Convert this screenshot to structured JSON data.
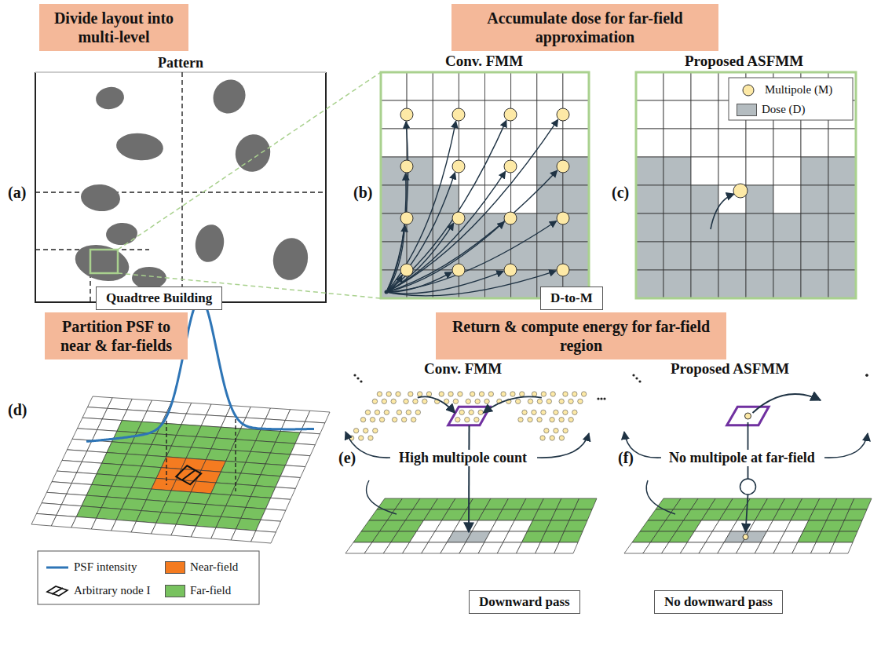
{
  "diagram": {
    "nodes": [
      {
        "text": [
          "Divide layout into multi-level"
        ]
      },
      {
        "text": [
          "Accumulate dose for far-field approximation"
        ]
      },
      {
        "text": [
          "Quadtree Building"
        ]
      },
      {
        "text": [
          "D-to-M"
        ]
      },
      {
        "text": [
          "Partition PSF to near & far-fields"
        ]
      },
      {
        "text": [
          "Return & compute energy for far-field region"
        ]
      },
      {
        "text": [
          "Downward pass"
        ]
      },
      {
        "text": [
          "No downward pass"
        ]
      }
    ],
    "labels": [
      "Pattern",
      "(a)",
      "Conv. FMM",
      "Proposed ASFMM",
      "(b)",
      "(c)",
      "(d)",
      "Conv. FMM",
      "Proposed ASFMM",
      "(e)",
      "High multipole count",
      "(f)",
      "No multipole at far-field"
    ],
    "legend": [
      {
        "text": "Multipole (M)"
      },
      {
        "text": "Dose (D)",
        "color": "#b4bcc0"
      },
      {
        "text": "PSF intensity"
      },
      {
        "text": "Near-field",
        "color": "#f47b20"
      },
      {
        "text": "Arbitrary node I"
      },
      {
        "text": "Far-field",
        "color": "#78c25f"
      }
    ]
  }
}
